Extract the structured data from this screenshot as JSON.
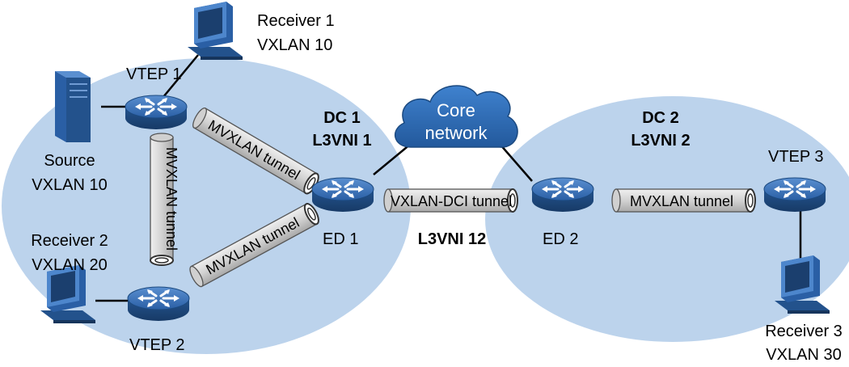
{
  "colors": {
    "dc_bubble": "#bcd3ec",
    "tunnel_fill": "#d6d6d6",
    "cloud": "#2f6db8",
    "device_blue": "#2f6db8",
    "link": "#000000"
  },
  "icons": {
    "switch": "switch-icon",
    "server": "server-icon",
    "pc": "pc-icon",
    "cloud": "cloud-icon"
  },
  "data_centers": [
    {
      "name": "DC 1",
      "vni": "L3VNI 1"
    },
    {
      "name": "DC 2",
      "vni": "L3VNI 2"
    }
  ],
  "core": {
    "label_line1": "Core",
    "label_line2": "network"
  },
  "devices": {
    "vtep1": "VTEP 1",
    "vtep2": "VTEP 2",
    "vtep3": "VTEP 3",
    "ed1": "ED 1",
    "ed2": "ED 2"
  },
  "hosts": {
    "source": {
      "line1": "Source",
      "line2": "VXLAN 10"
    },
    "receiver1": {
      "line1": "Receiver 1",
      "line2": "VXLAN 10"
    },
    "receiver2": {
      "line1": "Receiver 2",
      "line2": "VXLAN 20"
    },
    "receiver3": {
      "line1": "Receiver 3",
      "line2": "VXLAN 30"
    }
  },
  "tunnels": {
    "mvxlan": "MVXLAN tunnel",
    "vxlan_dci": "VXLAN-DCI tunnel",
    "dci_vni": "L3VNI 12"
  }
}
